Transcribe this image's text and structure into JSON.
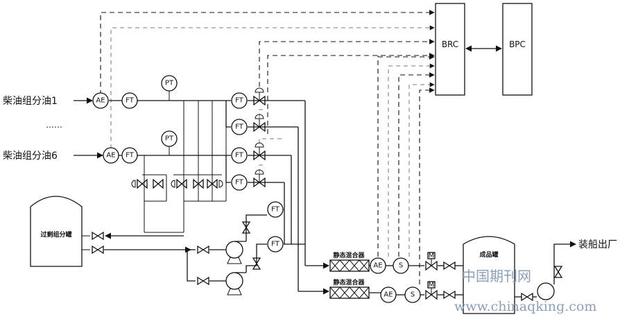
{
  "inputs": {
    "oil1": "柴油组分油1",
    "ellipsis": "……",
    "oil6": "柴油组分油6"
  },
  "controllers": {
    "brc": "BRC",
    "bpc": "BPC"
  },
  "instruments": {
    "ae": "AE",
    "ft": "FT",
    "pt": "PT",
    "s": "S",
    "m": "M"
  },
  "tanks": {
    "surplus": "过剩组分罐",
    "product": "成品罐"
  },
  "mixers": {
    "mixer1": "静态混合器",
    "mixer2": "静态混合器"
  },
  "output": {
    "ship": "装船出厂"
  },
  "watermark": {
    "cn": "中国期刊网",
    "url": "www.chinaqking.com"
  },
  "colors": {
    "line": "#111111",
    "watermark": "#8aa0b8"
  }
}
